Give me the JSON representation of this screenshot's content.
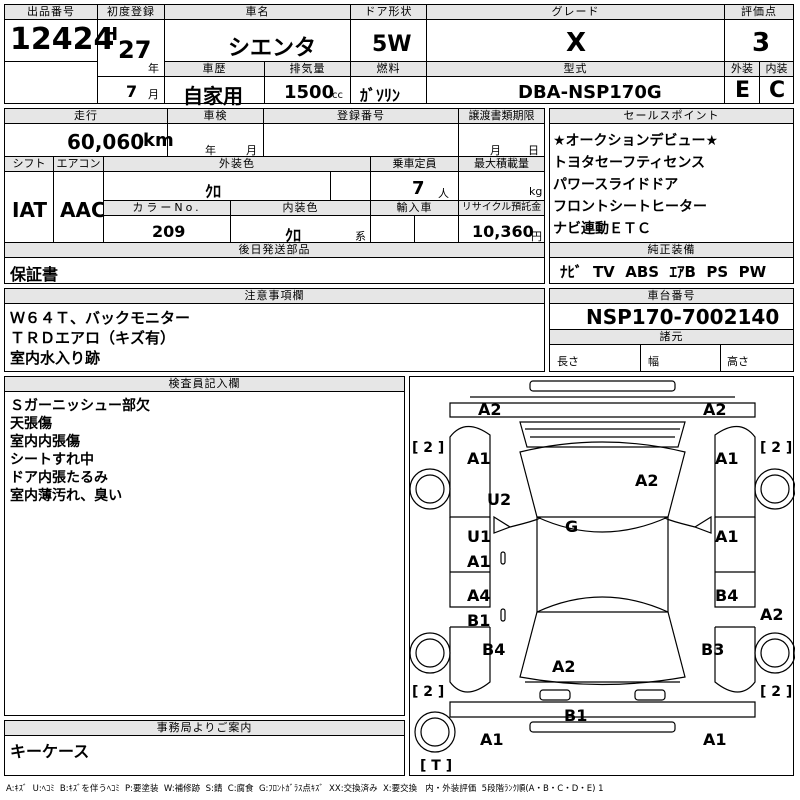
{
  "header": {
    "lot_number_label": "出品番号",
    "lot_number": "12424",
    "first_reg_label": "初度登録",
    "era": "H",
    "year": "27",
    "year_unit": "年",
    "month": "7",
    "month_unit": "月",
    "car_name_label": "車名",
    "car_name": "シエンタ",
    "door_label": "ドア形状",
    "door": "5W",
    "grade_label": "グレード",
    "grade": "X",
    "score_label": "評価点",
    "score": "3",
    "history_label": "車歴",
    "history": "自家用",
    "displacement_label": "排気量",
    "displacement": "1500",
    "displacement_unit": "cc",
    "fuel_label": "燃料",
    "fuel": "ｶﾞｿﾘﾝ",
    "model_label": "型式",
    "model": "DBA-NSP170G",
    "exterior_label": "外装",
    "exterior": "E",
    "interior_label": "内装",
    "interior": "C"
  },
  "row2": {
    "mileage_label": "走行",
    "mileage": "60,060",
    "mileage_unit": "km",
    "inspection_label": "車検",
    "inspection_year_unit": "年",
    "inspection_month_unit": "月",
    "reg_no_label": "登録番号",
    "transfer_label": "譲渡書類期限",
    "transfer_month_unit": "月",
    "transfer_day_unit": "日",
    "shift_label": "シフト",
    "shift": "IAT",
    "ac_label": "エアコン",
    "ac": "AAC",
    "color_label": "外装色",
    "color": "ｸﾛ",
    "capacity_label": "乗車定員",
    "capacity": "7",
    "capacity_unit": "人",
    "max_load_label": "最大積載量",
    "max_load_unit": "kg",
    "color_no_label": "カラーNo.",
    "color_no": "209",
    "int_color_label": "内装色",
    "int_color": "ｸﾛ",
    "int_color_unit": "系",
    "import_label": "輸入車",
    "recycle_label": "リサイクル預託金",
    "recycle": "10,360",
    "recycle_unit": "円",
    "later_label": "後日発送部品",
    "later": "保証書"
  },
  "sales_points": {
    "label": "セールスポイント",
    "items": [
      "★オークションデビュー★",
      "トヨタセーフティセンス",
      "パワースライドドア",
      "フロントシートヒーター",
      "ナビ連動ＥＴＣ"
    ]
  },
  "equipment": {
    "label": "純正装備",
    "value": "ﾅﾋﾞ  TV  ABS  ｴｱB  PS  PW"
  },
  "notes": {
    "label": "注意事項欄",
    "lines": [
      "Ｗ６４Ｔ、バックモニター",
      "ＴＲＤエアロ（キズ有）",
      "室内水入り跡"
    ]
  },
  "chassis": {
    "label": "車台番号",
    "value": "NSP170-7002140",
    "specs_label": "諸元",
    "length_label": "長さ",
    "width_label": "幅",
    "height_label": "高さ"
  },
  "inspector": {
    "label": "検査員記入欄",
    "lines": [
      "Ｓガーニッシュー部欠",
      "天張傷",
      "室内内張傷",
      "シートすれ中",
      "ドア内張たるみ",
      "室内薄汚れ、臭い"
    ]
  },
  "office": {
    "label": "事務局よりご案内",
    "value": "キーケース"
  },
  "legend": "A:ｷｽﾞ  U:ﾍｺﾐ  B:ｷｽﾞを伴うﾍｺﾐ  P:要塗装  W:補修跡  S:錆  C:腐食  G:ﾌﾛﾝﾄｶﾞﾗｽ点ｷｽﾞ  XX:交換済み  X:要交換   内・外装評価  5段階ﾗﾝｸ順(A・B・C・D・E) 1",
  "diagram": {
    "tire_fl": "[ 2 ]",
    "tire_fr": "[ 2 ]",
    "tire_rl": "[ 2 ]",
    "tire_rr": "[ 2 ]",
    "spare": "[ T ]",
    "marks": {
      "front_left_corner": "A2",
      "front_right_corner": "A2",
      "left_fender": "A1",
      "right_fender": "A1",
      "hood": "A2",
      "left_front_pillar": "U2",
      "windshield": "G",
      "left_front_door_1": "U1",
      "left_front_door_2": "A1",
      "right_front_door": "A1",
      "left_rear_door_1": "A4",
      "left_rear_door_2": "B1",
      "right_rear_door": "B4",
      "right_side": "A2",
      "left_rear_quarter": "B4",
      "right_rear_quarter": "B3",
      "roof_rear": "A2",
      "rear_bumper_center": "B1",
      "rear_left_corner": "A1",
      "rear_right_corner": "A1"
    }
  }
}
